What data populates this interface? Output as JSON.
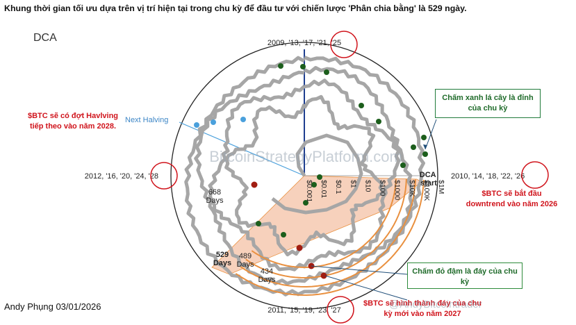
{
  "title": "Khung thời gian tối ưu dựa trên vị trí hiện tại trong chu kỳ để đầu tư với chiến lược 'Phân chia bằng' là 529 ngày.",
  "strategy_label": "DCA",
  "author": "Andy Phụng 03/01/2026",
  "watermark": "BitcoinStrategyPlatform.com",
  "watermark_bottom": "@AndyBitcointrader",
  "chart_data": {
    "type": "polar-cycle",
    "angle_labels": {
      "top": "2009, '13, '17, '21, '25",
      "right": "2010, '14, '18, '22, '26",
      "bottom": "2011, '15, '19, '23, '27",
      "left": "2012, '16, '20, '24, '28"
    },
    "radial_axis": {
      "scale": "log",
      "ticks": [
        "$0.001",
        "$0.01",
        "$0.1",
        "$1",
        "$10",
        "$100",
        "$1000",
        "$10K",
        "$100K",
        "$1M"
      ]
    },
    "next_halving_label": "Next Halving",
    "dca_start_label": "DCA start",
    "day_labels": [
      {
        "value": "668",
        "unit": "Days"
      },
      {
        "value": "529",
        "unit": "Days"
      },
      {
        "value": "489",
        "unit": "Days"
      },
      {
        "value": "434",
        "unit": "Days"
      }
    ],
    "highlight_days": 529
  },
  "annotations": {
    "halving": "$BTC sẽ có đợt Havlving tiếp theo vào năm 2028.",
    "downtrend": "$BTC sẽ bắt đầu downtrend vào năm 2026",
    "bottom": "$BTC sẽ hình thành đáy của chu kỳ mới vào năm 2027",
    "green_box": "Chấm xanh lá cây là đỉnh của chu kỳ",
    "red_box": "Chấm đỏ đậm là đáy của chu kỳ"
  },
  "colors": {
    "cycle_path": "#a6a6a6",
    "peak_dot": "#1c5e1c",
    "bottom_dot": "#a11d12",
    "dca_line": "#e9903f",
    "dca_fill": "#f4c2a6",
    "halving_line": "#4aa0dc",
    "annotation_red": "#d0141c",
    "annotation_green": "#1f6b2a"
  }
}
